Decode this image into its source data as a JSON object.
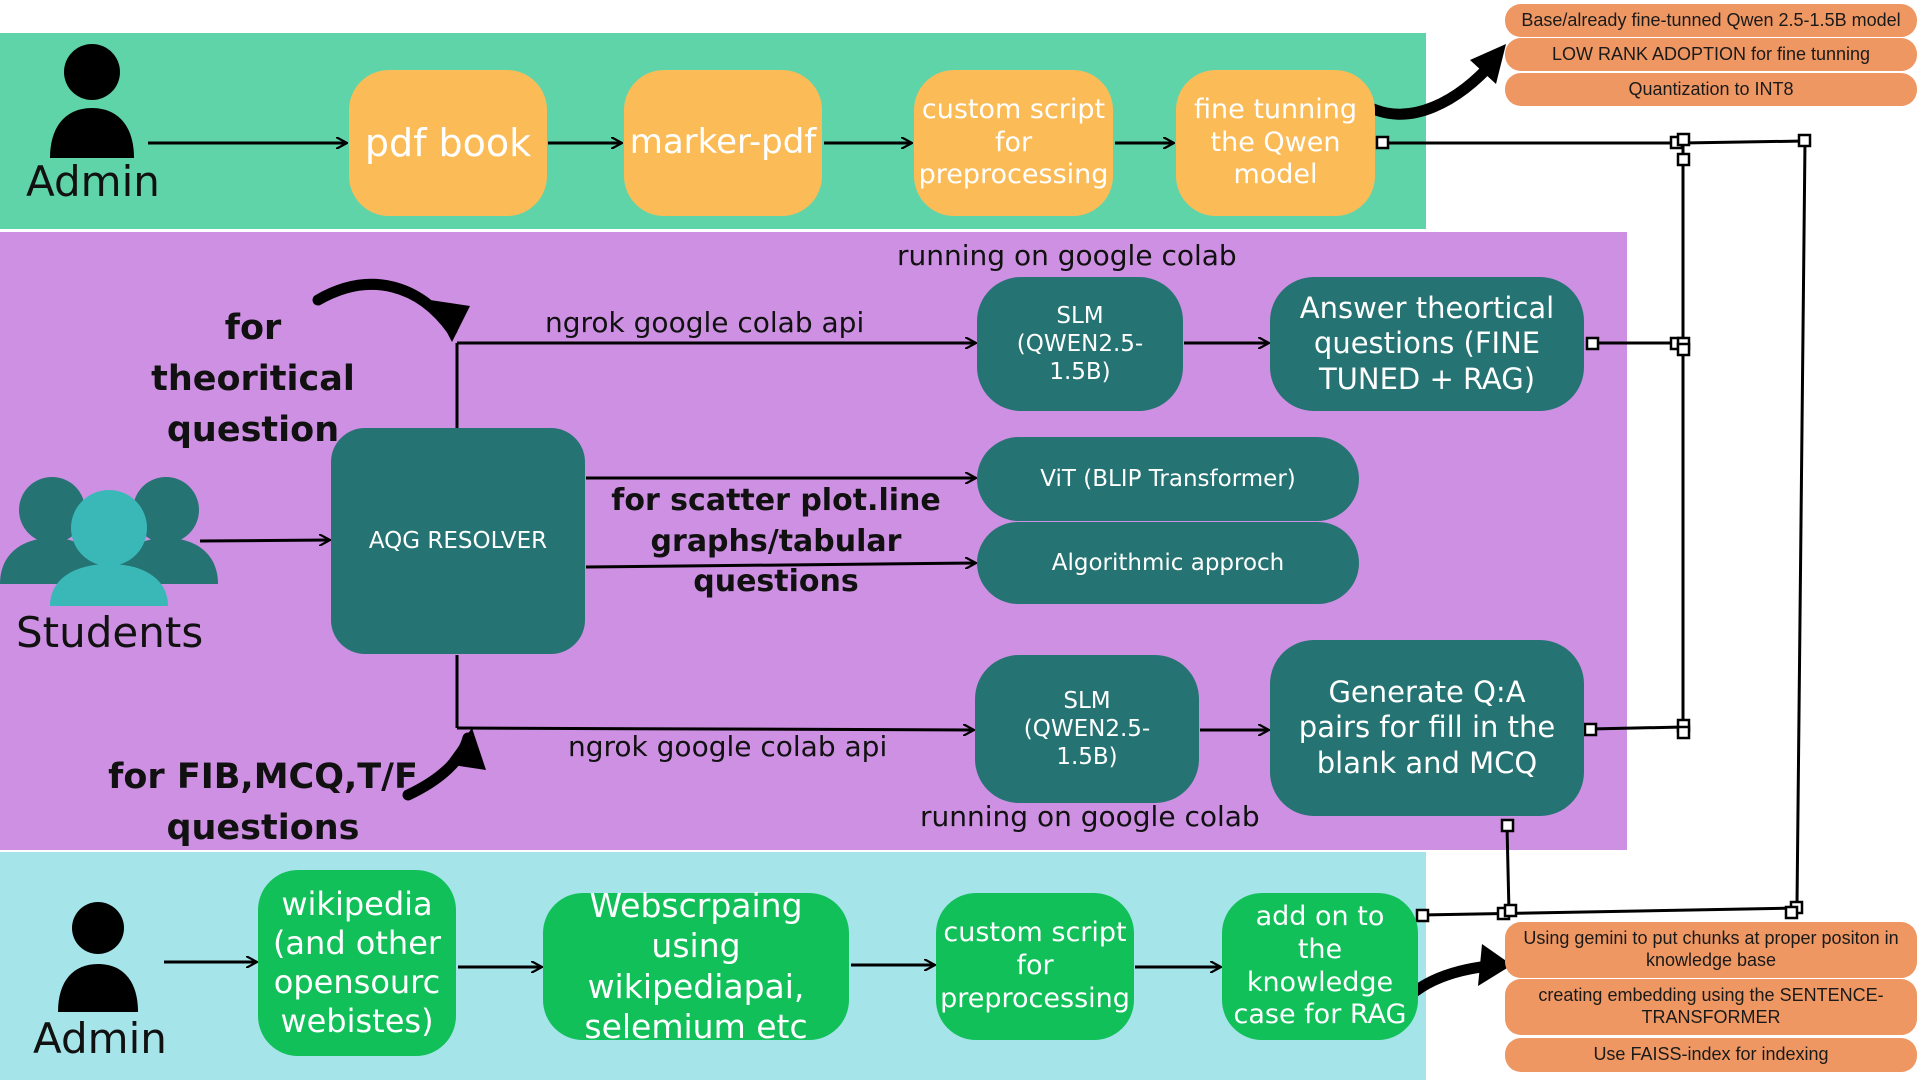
{
  "actors": {
    "admin_top": "Admin",
    "students": "Students",
    "admin_bottom": "Admin"
  },
  "top_pipeline": {
    "pdf_book": "pdf book",
    "marker_pdf": "marker-pdf",
    "custom_script": "custom script for preprocessing",
    "fine_tuning": "fine tunning the Qwen model"
  },
  "fine_tune_notes": [
    "Base/already fine-tunned Qwen 2.5-1.5B model",
    "LOW RANK ADOPTION for fine tunning",
    "Quantization to INT8"
  ],
  "middle": {
    "running_top": "running on google colab",
    "theoretical_label": "for theoritical question",
    "ngrok_top": "ngrok google colab api",
    "slm_top": "SLM (QWEN2.5-1.5B)",
    "answer_box": "Answer theortical questions (FINE TUNED + RAG)",
    "resolver": "AQG RESOLVER",
    "vit": "ViT (BLIP Transformer)",
    "algorithmic": "Algorithmic approch",
    "scatter_label": "for scatter plot.line graphs/tabular questions",
    "fib_label": "for FIB,MCQ,T/F questions",
    "ngrok_bottom": "ngrok google colab api",
    "slm_bottom": "SLM (QWEN2.5-1.5B)",
    "generate_box": "Generate Q:A pairs for fill in the blank and MCQ",
    "running_bottom": "running on google colab"
  },
  "bottom_pipeline": {
    "wikipedia": "wikipedia (and other opensourc webistes)",
    "webscraping": "Webscrpaing using wikipediapai, selemium etc",
    "custom_script": "custom script for preprocessing",
    "knowledge": "add on to the knowledge case for RAG"
  },
  "rag_notes": [
    "Using gemini to put chunks at proper positon in knowledge base",
    "creating embedding using the SENTENCE-TRANSFORMER",
    "Use FAISS-index for indexing"
  ],
  "colors": {
    "top_band": "#5fd4a8",
    "middle_band": "#cd90e2",
    "bottom_band": "#a5e5ea",
    "orange_box": "#fbbc58",
    "teal_box": "#267373",
    "green_box": "#12c05a",
    "note": "#ee9763"
  }
}
